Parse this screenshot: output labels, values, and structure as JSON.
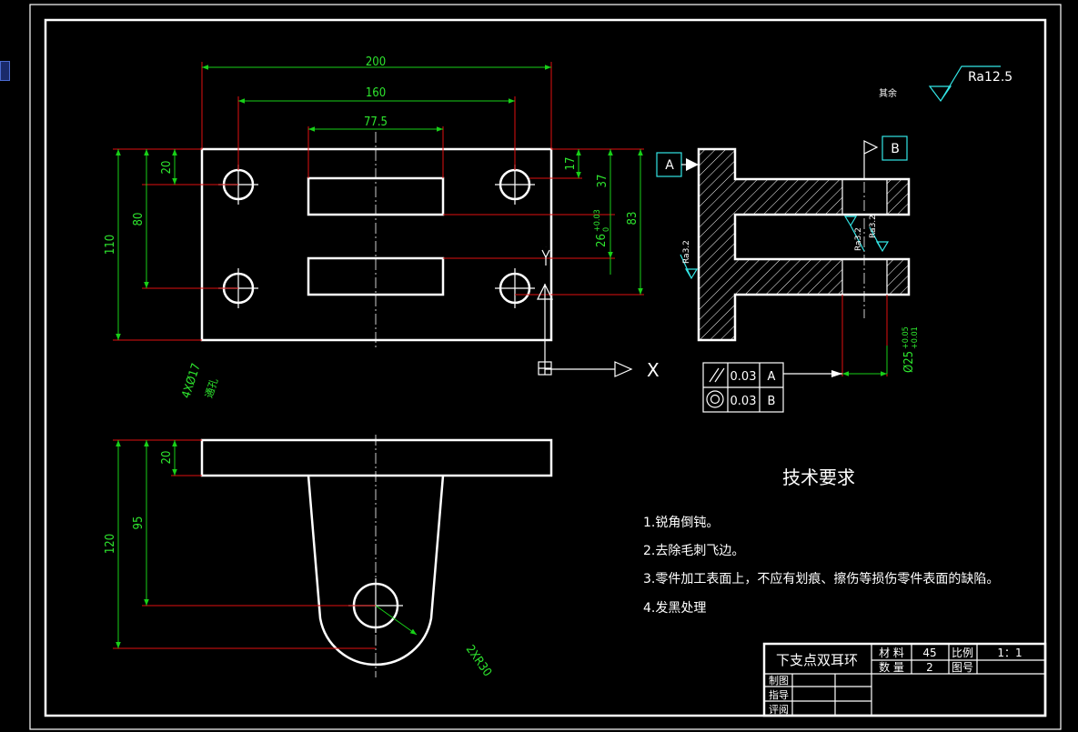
{
  "dimensions": {
    "d200": "200",
    "d160": "160",
    "d775": "77.5",
    "d20a": "20",
    "d80": "80",
    "d110": "110",
    "d17": "17",
    "d37": "37",
    "d26": "26",
    "d26_tol_up": "+0.03",
    "d26_tol_low": "0",
    "d83": "83",
    "holes": "4XØ17",
    "holes_note": "通孔",
    "d20b": "20",
    "d95": "95",
    "d120": "120",
    "radius": "2XR30",
    "dia25": "Ø25",
    "dia25_tol_up": "+0.05",
    "dia25_tol_low": "+0.01",
    "ra_side": "Ra3.2",
    "ra_mid1": "Ra3.2",
    "ra_mid2": "Ra3.2"
  },
  "surface_finish": {
    "other_label": "其余",
    "value": "Ra12.5"
  },
  "datums": {
    "a": "A",
    "b": "B"
  },
  "ucs": {
    "x": "X",
    "y": "Y"
  },
  "tolerance_frame": [
    {
      "symbol": "parallel-icon",
      "value": "0.03",
      "datum": "A"
    },
    {
      "symbol": "concentric-icon",
      "value": "0.03",
      "datum": "B"
    }
  ],
  "tech_requirements": {
    "title": "技术要求",
    "items": [
      "1.锐角倒钝。",
      "2.去除毛刺飞边。",
      "3.零件加工表面上，不应有划痕、擦伤等损伤零件表面的缺陷。",
      "4.发黑处理"
    ]
  },
  "title_block": {
    "part_name": "下支点双耳环",
    "material_label": "材 料",
    "material_value": "45",
    "scale_label": "比例",
    "scale_value": "1：1",
    "quantity_label": "数 量",
    "quantity_value": "2",
    "drawing_no_label": "图号",
    "drawn_label": "制图",
    "guided_label": "指导",
    "reviewed_label": "评阅"
  }
}
